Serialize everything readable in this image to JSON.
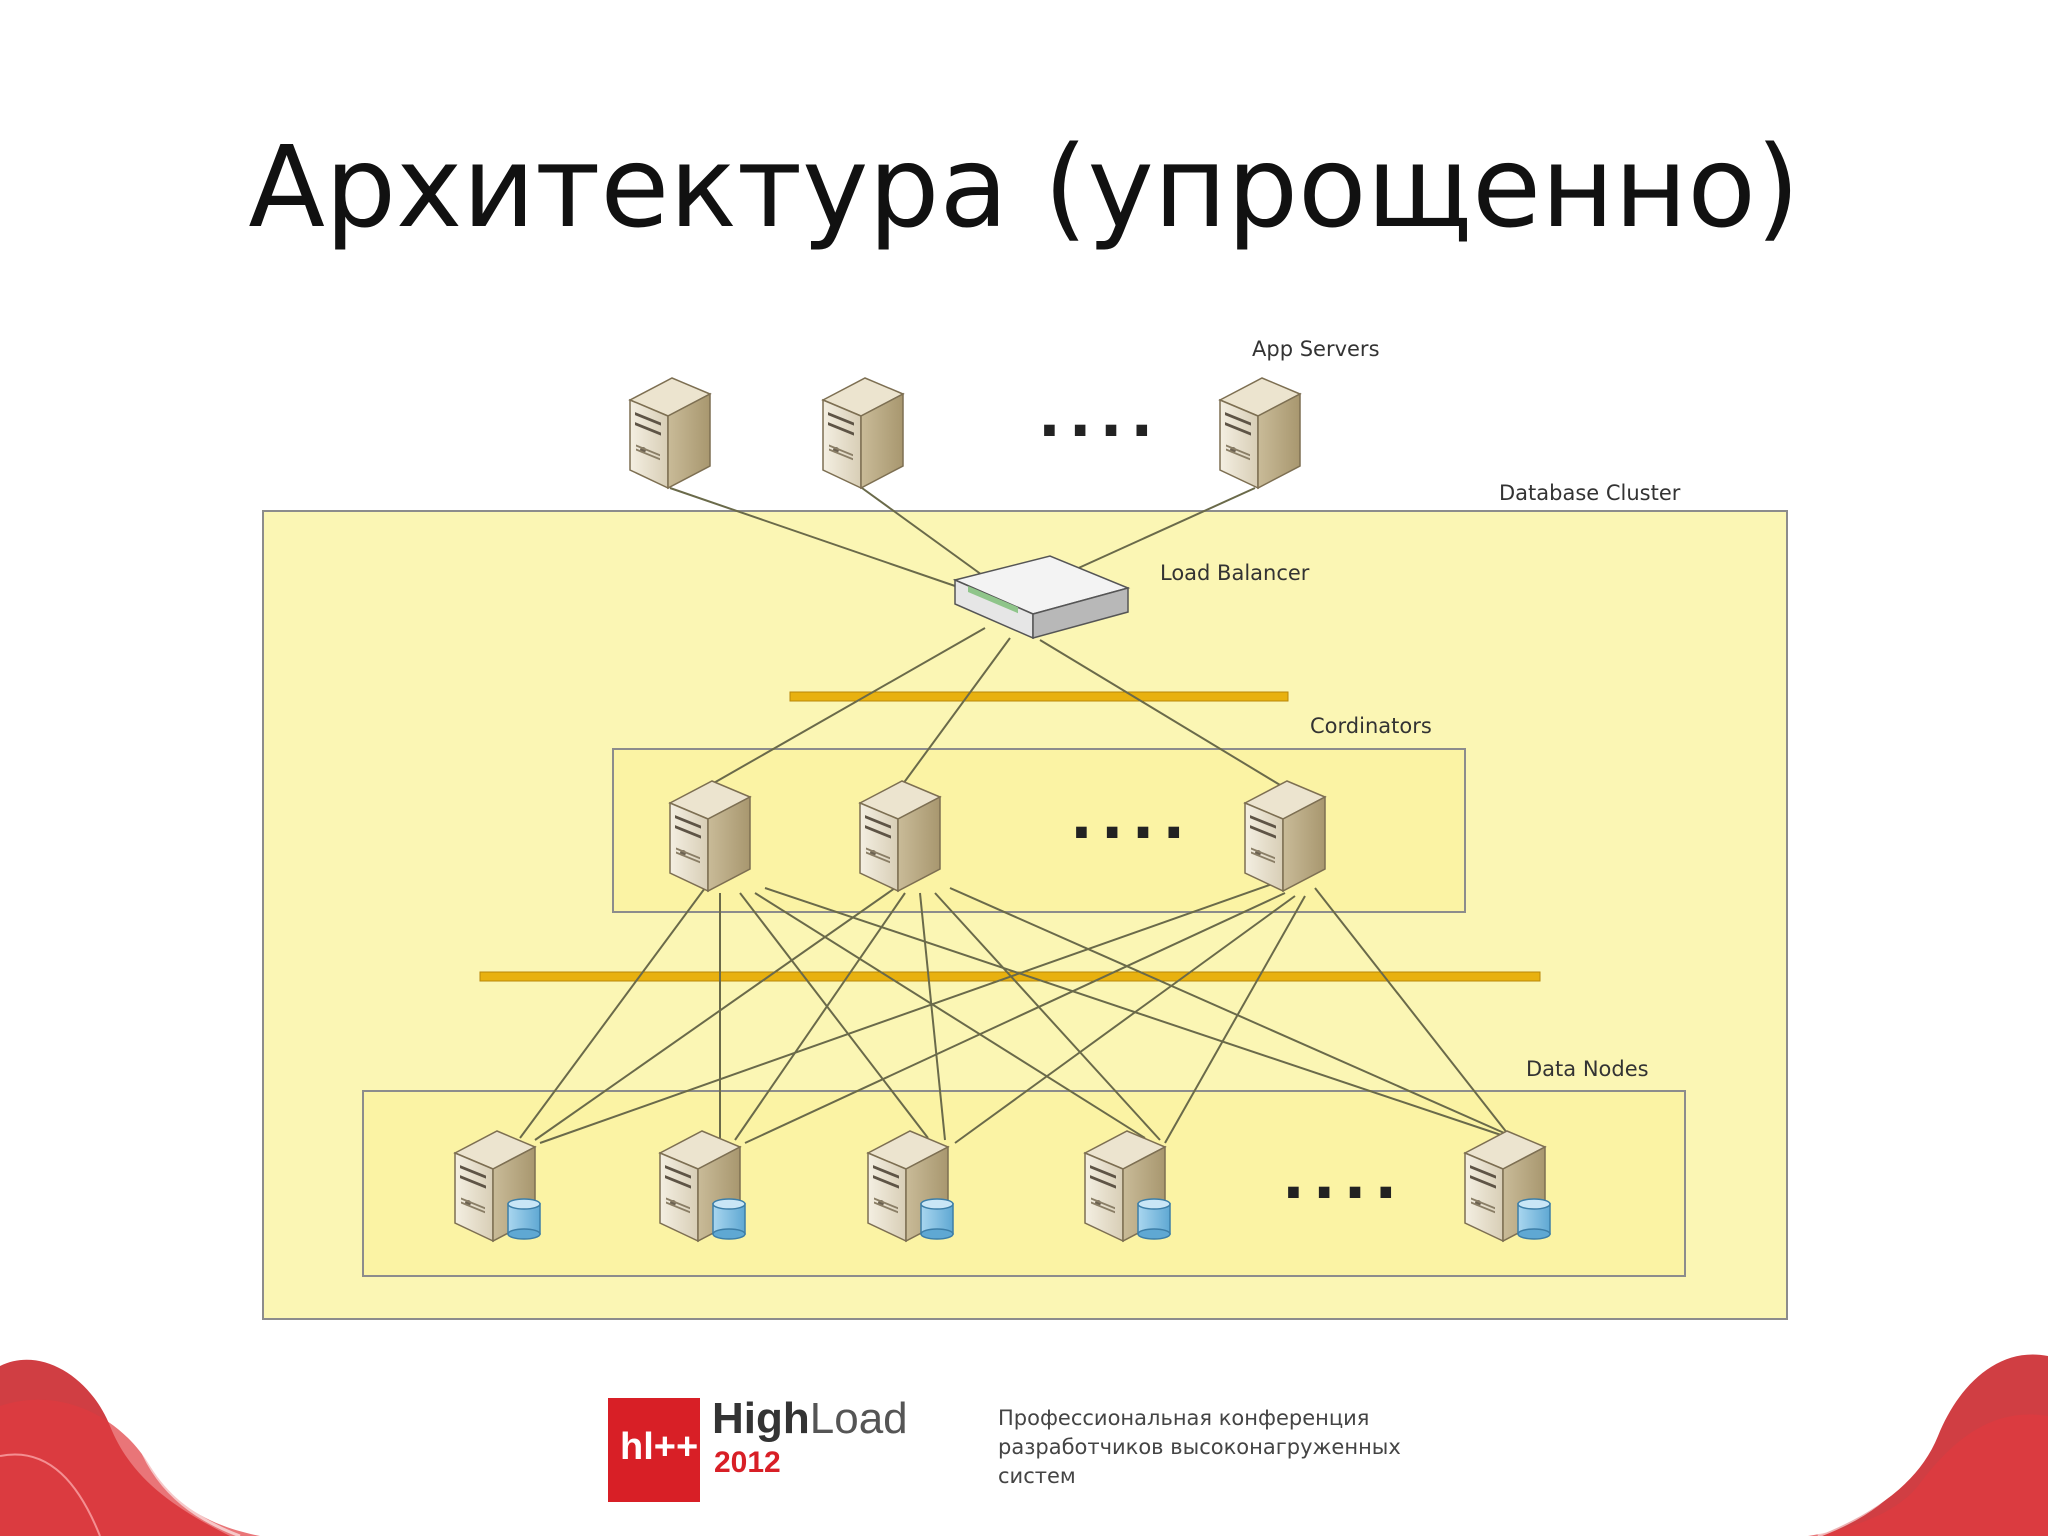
{
  "slide": {
    "title": "Архитектура (упрощенно)"
  },
  "diagram": {
    "labels": {
      "app_servers": "App Servers",
      "database_cluster": "Database Cluster",
      "load_balancer": "Load Balancer",
      "coordinators": "Cordinators",
      "data_nodes": "Data Nodes"
    },
    "ellipsis": "....",
    "app_server_count_shown": 3,
    "coordinator_count_shown": 3,
    "data_node_count_shown": 5,
    "colors": {
      "cluster_fill": "#fbf6b4",
      "cluster_border": "#8c8c8c",
      "bus_bar": "#e8b10f",
      "connector": "#6a6a4a"
    }
  },
  "footer": {
    "logo_mark": "hl++",
    "brand_bold": "High",
    "brand_light": "Load",
    "year": "2012",
    "tagline_lines": [
      "Профессиональная конференция",
      "разработчиков высоконагруженных",
      "систем"
    ],
    "accent_color": "#d81f26"
  }
}
